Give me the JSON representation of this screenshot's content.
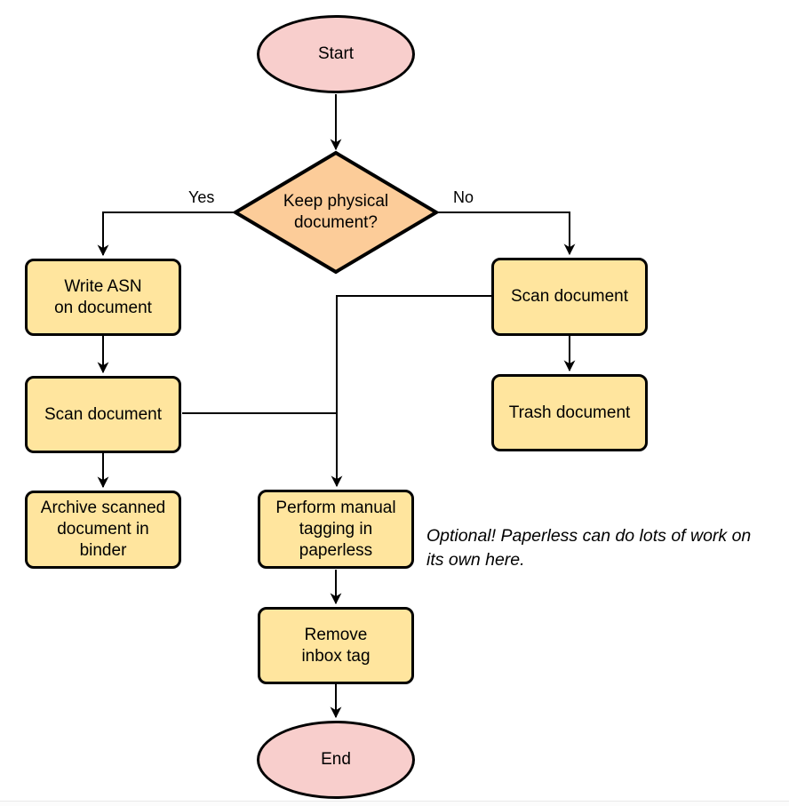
{
  "colors": {
    "terminal_fill": "#F8CECC",
    "decision_fill": "#FCCC99",
    "process_fill": "#FFE59E",
    "stroke": "#000000"
  },
  "nodes": {
    "start": {
      "label": "Start"
    },
    "decision": {
      "label": "Keep physical\ndocument?"
    },
    "write_asn": {
      "label": "Write ASN\non document"
    },
    "scan_left": {
      "label": "Scan document"
    },
    "archive": {
      "label": "Archive scanned\ndocument in\nbinder"
    },
    "scan_right": {
      "label": "Scan document"
    },
    "trash": {
      "label": "Trash document"
    },
    "perform_tagging": {
      "label": "Perform manual\ntagging in\npaperless"
    },
    "remove_inbox": {
      "label": "Remove\ninbox tag"
    },
    "end": {
      "label": "End"
    }
  },
  "edges": {
    "yes_label": "Yes",
    "no_label": "No"
  },
  "note": {
    "text": "Optional! Paperless can do lots of work on\nits own here."
  }
}
